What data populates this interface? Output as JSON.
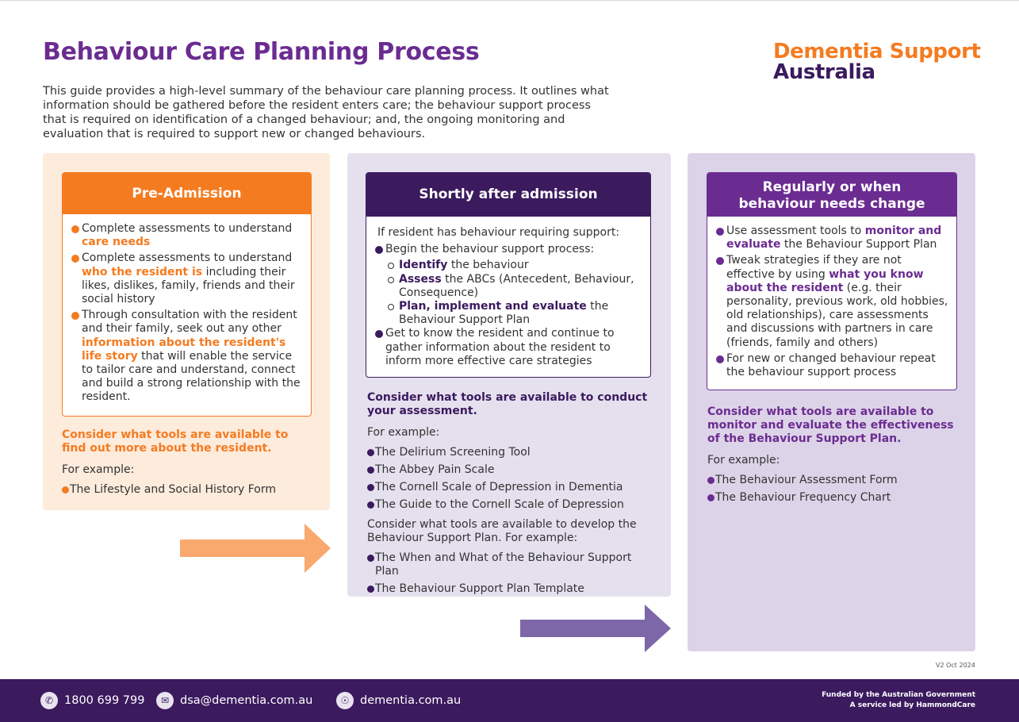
{
  "page": {
    "title": "Behaviour Care Planning Process",
    "intro": "This guide provides a high-level summary of the behaviour care planning process. It outlines what information should be gathered before the resident enters care; the behaviour support process that is required on identification of a changed behaviour; and, the ongoing monitoring and evaluation that is required to support new or changed behaviours.",
    "version": "V2 Oct 2024"
  },
  "logo": {
    "line1": "Dementia Support",
    "line2": "Australia"
  },
  "colors": {
    "orange": "#f47b20",
    "dark_purple": "#3b1a5e",
    "purple": "#6b2c91"
  },
  "pre_admission": {
    "heading": "Pre-Admission",
    "b1_pre": "Complete assessments to understand ",
    "b1_hl": "care needs",
    "b2_pre": "Complete assessments to understand ",
    "b2_hl": "who the resident is",
    "b2_post": " including their likes, dislikes, family, friends and their social history",
    "b3_pre": "Through consultation with the resident and their family, seek out any other ",
    "b3_hl": "information about the resident's life story",
    "b3_post": " that will enable the service to tailor care and understand, connect and build a strong relationship with the resident.",
    "consider": "Consider what tools are available to find out more about the resident.",
    "for_example": "For example:",
    "tools": [
      "The Lifestyle and Social History Form"
    ]
  },
  "shortly_after": {
    "heading": "Shortly after admission",
    "lead": "If resident has behaviour requiring support:",
    "b1": "Begin the behaviour support process:",
    "s1_hl": "Identify",
    "s1_post": " the behaviour",
    "s2_hl": "Assess",
    "s2_post": " the ABCs (Antecedent, Behaviour, Consequence)",
    "s3_hl": "Plan, implement and evaluate",
    "s3_post": " the Behaviour Support Plan",
    "b2": "Get to know the resident and continue to gather information about the resident to inform more effective care strategies",
    "consider": "Consider what tools are available to conduct your assessment.",
    "for_example": "For example:",
    "tools": [
      "The Delirium Screening Tool",
      "The Abbey Pain Scale",
      "The Cornell Scale of Depression in Dementia",
      "The Guide to the Cornell Scale of Depression"
    ],
    "consider2": "Consider what tools are available to develop the Behaviour Support Plan. For example:",
    "tools2": [
      "The When and What of the Behaviour Support Plan",
      "The Behaviour Support Plan Template"
    ]
  },
  "regularly": {
    "heading_line1": "Regularly or when",
    "heading_line2": "behaviour needs change",
    "b1_pre": "Use assessment tools to ",
    "b1_hl": "monitor and evaluate",
    "b1_post": " the Behaviour Support Plan",
    "b2_pre": "Tweak strategies if they are not effective by using ",
    "b2_hl": "what you know about the resident",
    "b2_post": " (e.g. their personality, previous work, old hobbies, old relationships), care assessments and discussions with partners in care (friends, family and others)",
    "b3": "For new or changed behaviour repeat the behaviour support process",
    "consider": "Consider what tools are available to monitor and evaluate the effectiveness of the Behaviour Support Plan.",
    "for_example": "For example:",
    "tools": [
      "The Behaviour Assessment Form",
      "The Behaviour Frequency Chart"
    ]
  },
  "footer": {
    "phone": "1800 699 799",
    "email": "dsa@dementia.com.au",
    "web": "dementia.com.au",
    "funded_line1": "Funded by the Australian Government",
    "funded_line2": "A service led by HammondCare"
  }
}
